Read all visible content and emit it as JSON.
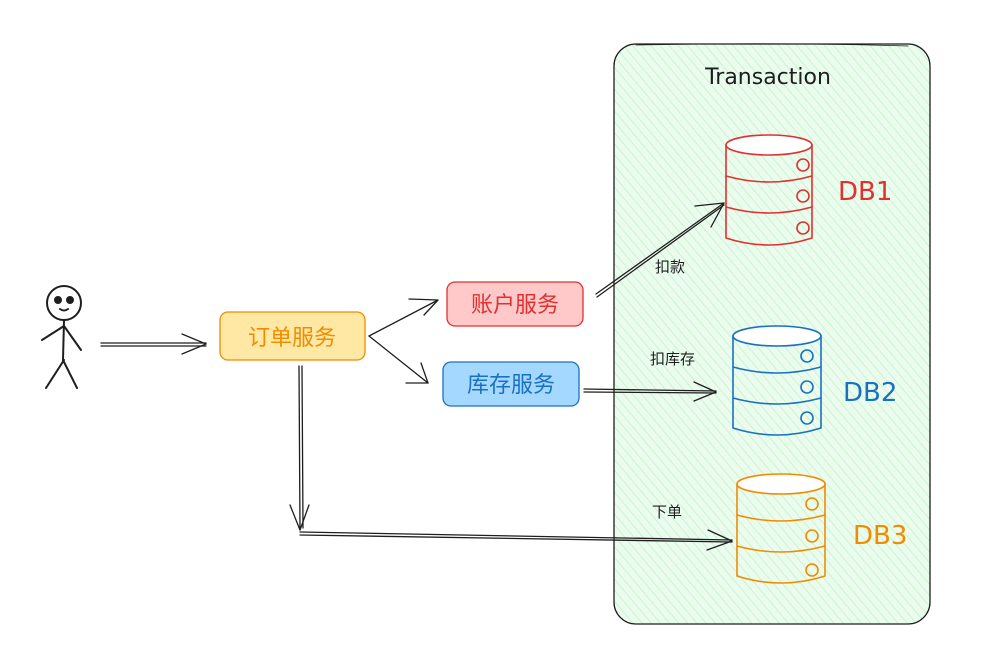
{
  "diagram": {
    "container": {
      "title": "Transaction",
      "fill": "#d8f5dd",
      "stroke": "#1e1e1e"
    },
    "services": {
      "order": {
        "label": "订单服务",
        "fill": "#ffe8a3",
        "stroke": "#f08c00",
        "text_color": "#f08c00"
      },
      "account": {
        "label": "账户服务",
        "fill": "#ffc9c9",
        "stroke": "#e03131",
        "text_color": "#e03131"
      },
      "inventory": {
        "label": "库存服务",
        "fill": "#a5d8ff",
        "stroke": "#1971c2",
        "text_color": "#1971c2"
      }
    },
    "databases": {
      "db1": {
        "label": "DB1",
        "color": "#e03131"
      },
      "db2": {
        "label": "DB2",
        "color": "#1971c2"
      },
      "db3": {
        "label": "DB3",
        "color": "#f08c00"
      }
    },
    "edges": {
      "account_db1": {
        "label": "扣款"
      },
      "inventory_db2": {
        "label": "扣库存"
      },
      "order_db3": {
        "label": "下单"
      }
    },
    "actor": {
      "icon": "stick-figure-icon"
    }
  }
}
